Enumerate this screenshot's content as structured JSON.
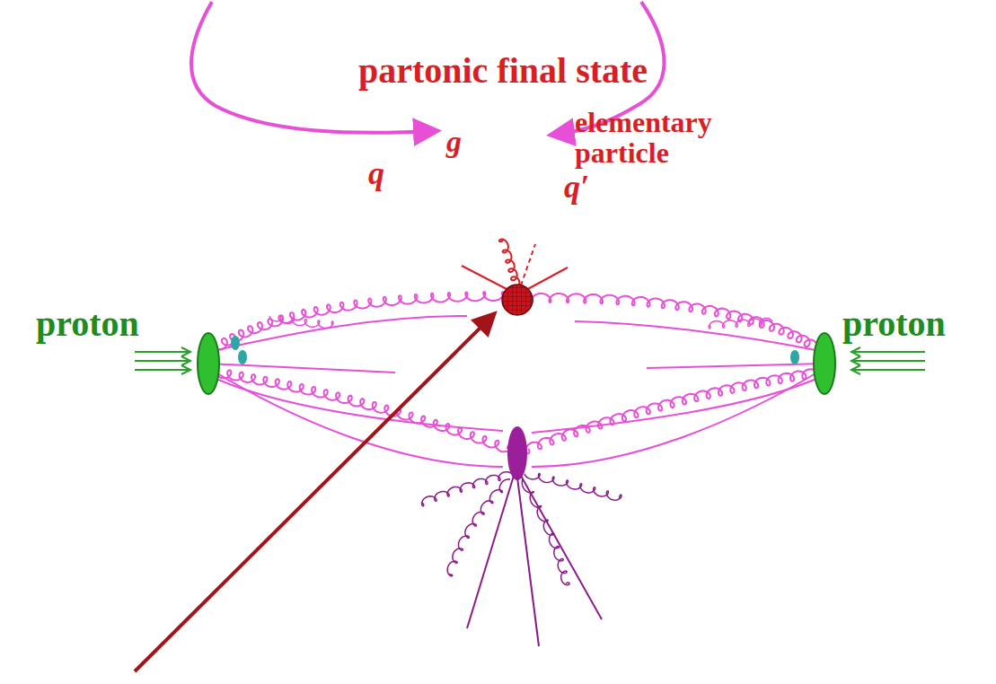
{
  "diagram": {
    "labels": [
      "partonic final state",
      "elementary particle",
      "g",
      "q",
      "q′",
      "proton",
      "proton"
    ]
  }
}
